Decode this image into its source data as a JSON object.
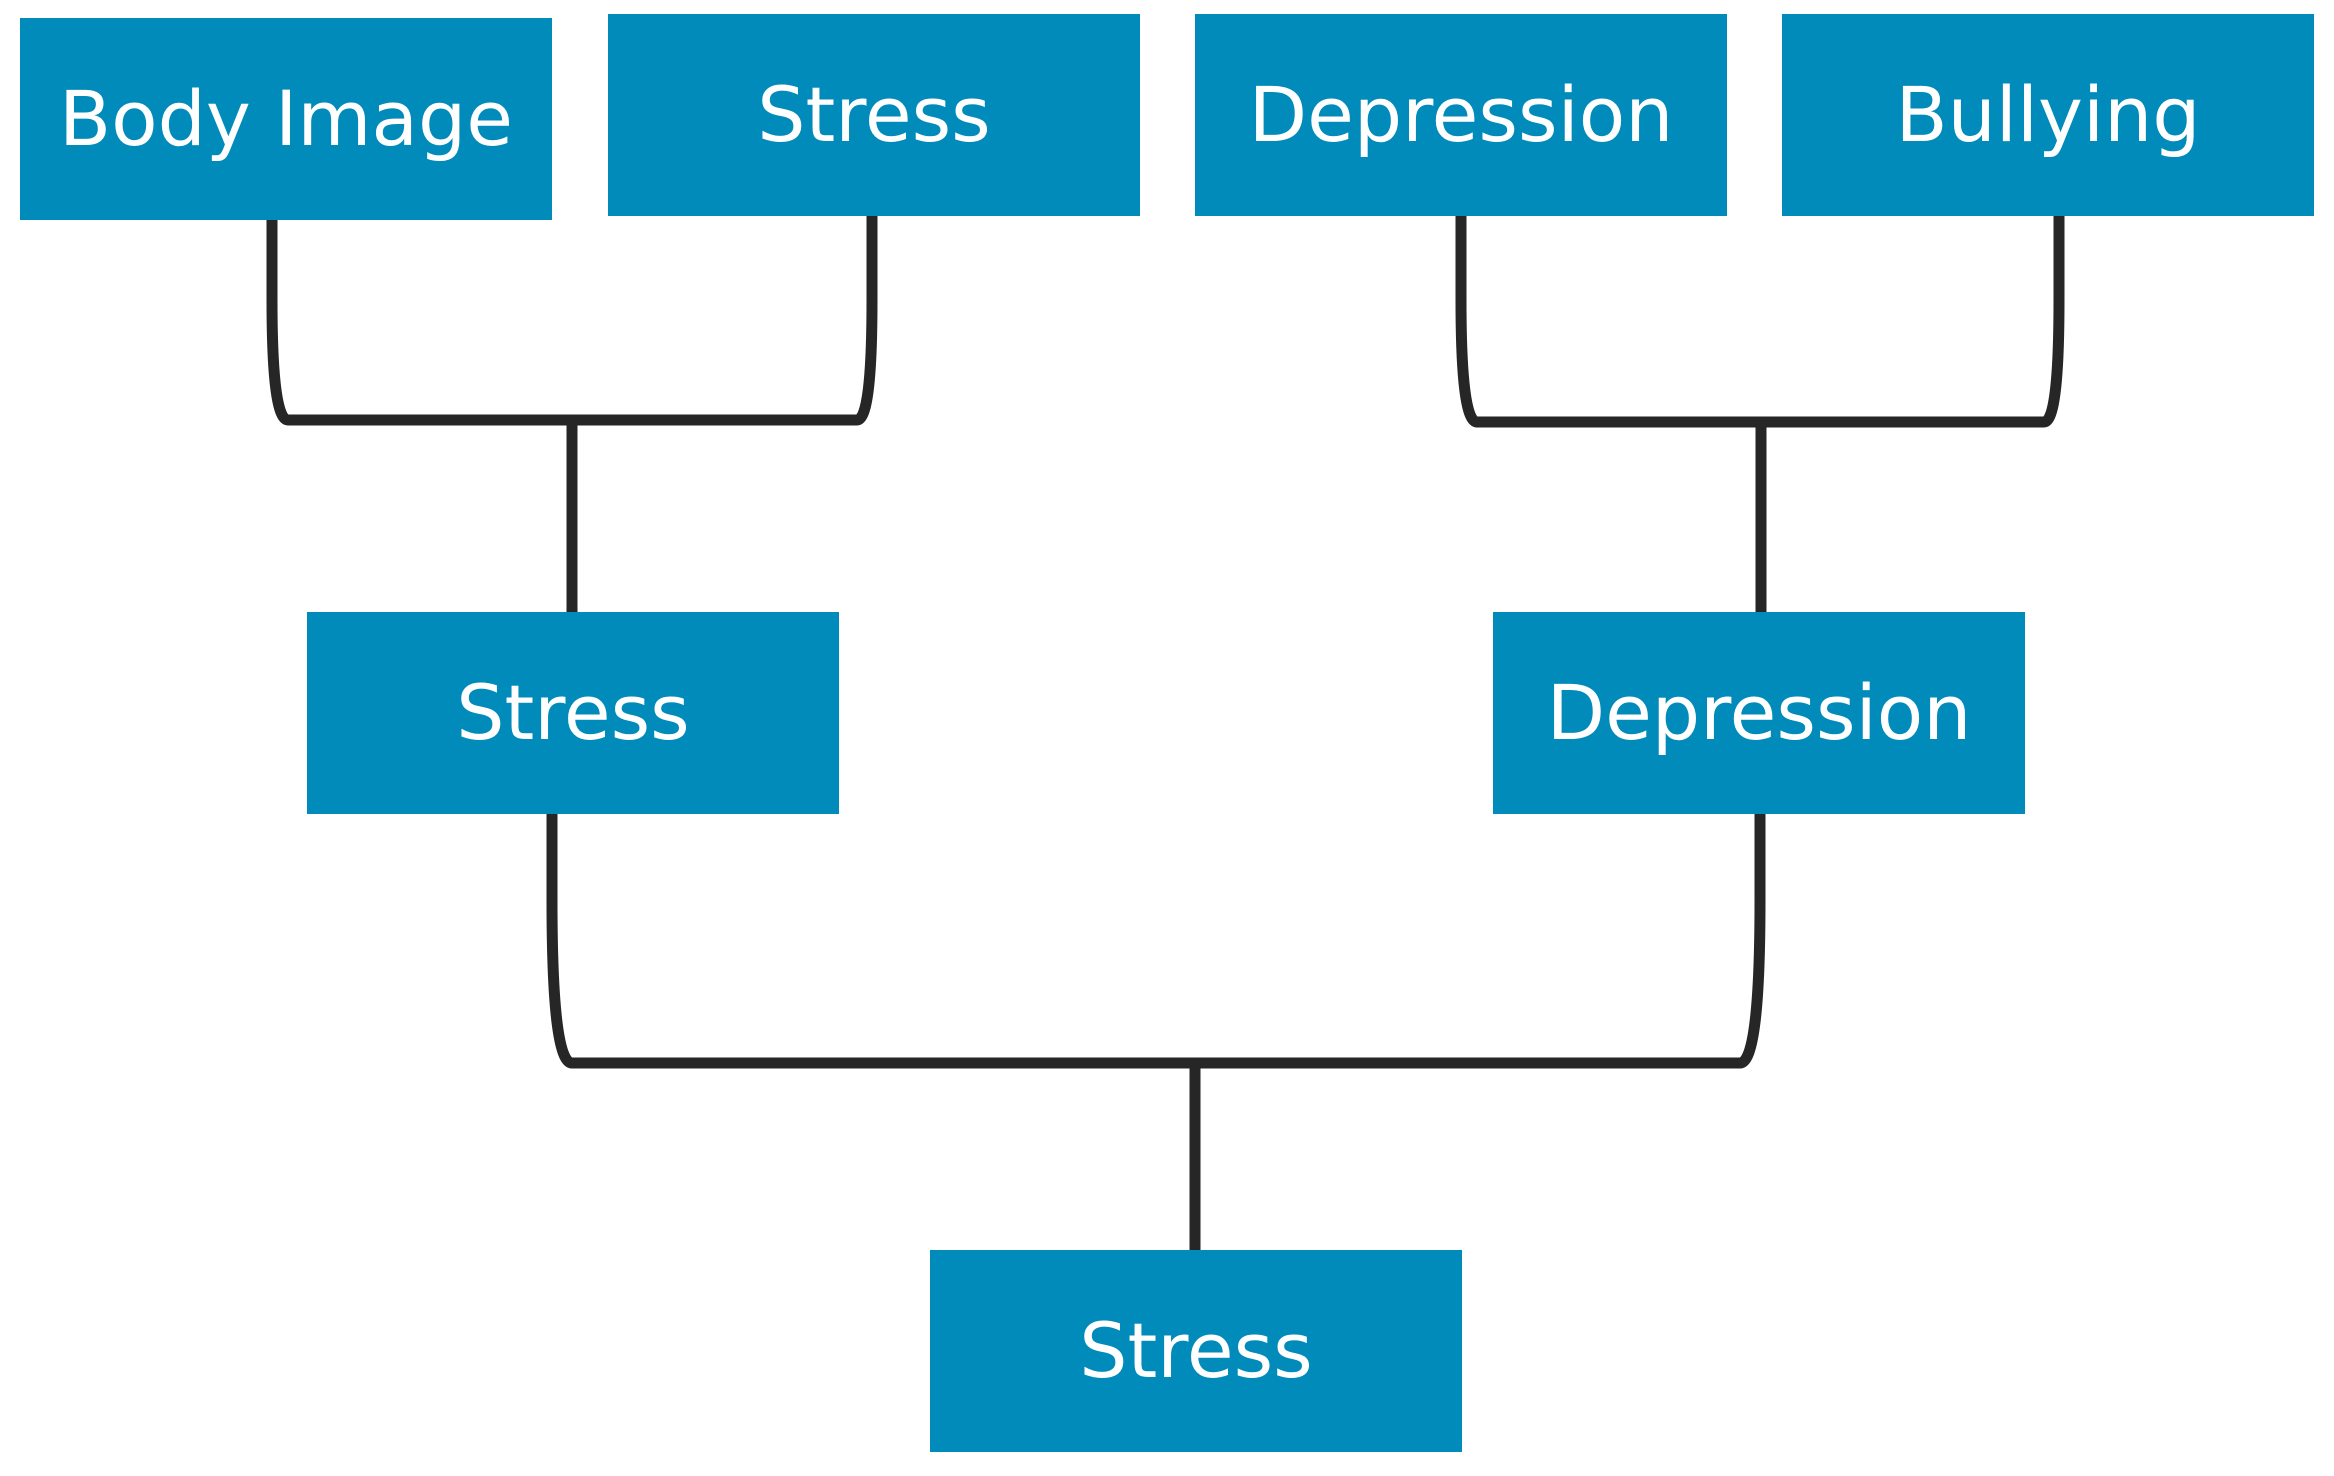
{
  "colors": {
    "box_fill": "#008bba",
    "box_text": "#ffffff",
    "connector": "#262626",
    "background": "#ffffff"
  },
  "level1": {
    "body_image": "Body Image",
    "stress": "Stress",
    "depression": "Depression",
    "bullying": "Bullying"
  },
  "level2": {
    "stress": "Stress",
    "depression": "Depression"
  },
  "level3": {
    "stress": "Stress"
  },
  "edges": [
    [
      "Body Image",
      "Stress (level 2)"
    ],
    [
      "Stress",
      "Stress (level 2)"
    ],
    [
      "Depression",
      "Depression (level 2)"
    ],
    [
      "Bullying",
      "Depression (level 2)"
    ],
    [
      "Stress (level 2)",
      "Stress (level 3)"
    ],
    [
      "Depression (level 2)",
      "Stress (level 3)"
    ]
  ]
}
